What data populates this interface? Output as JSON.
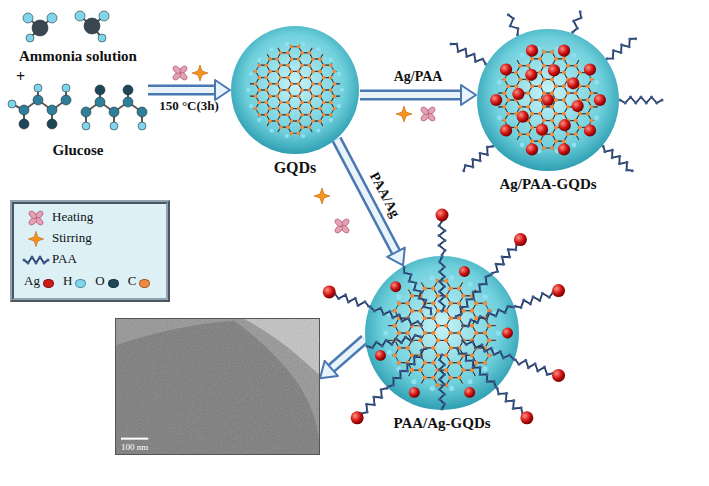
{
  "diagram": {
    "nodes": [
      {
        "text": [
          "Ammonia solution",
          "+",
          "Glucose"
        ]
      },
      {
        "text": [
          "GQDs"
        ]
      },
      {
        "text": [
          "Ag/PAA-GQDs"
        ]
      },
      {
        "text": [
          "PAA/Ag-GQDs"
        ]
      },
      {
        "text": [
          "100 nm"
        ]
      }
    ],
    "edges": [
      {
        "from": 0,
        "to": 1,
        "arrow": "to",
        "label": "150 °C(3h)"
      },
      {
        "from": 1,
        "to": 2,
        "arrow": "to",
        "label": "Ag/PAA"
      },
      {
        "from": 1,
        "to": 3,
        "arrow": "to",
        "label": "PAA/Ag"
      },
      {
        "from": 3,
        "to": 4,
        "arrow": "to"
      }
    ],
    "legend": [
      {
        "text": "Heating"
      },
      {
        "text": "Stirring"
      },
      {
        "text": "PAA"
      },
      {
        "text": "Ag",
        "color": "#cc1a14"
      },
      {
        "text": "H",
        "color": "#7fd6ea"
      },
      {
        "text": "O",
        "color": "#1e4656"
      },
      {
        "text": "C",
        "color": "#f08a3c"
      }
    ]
  }
}
